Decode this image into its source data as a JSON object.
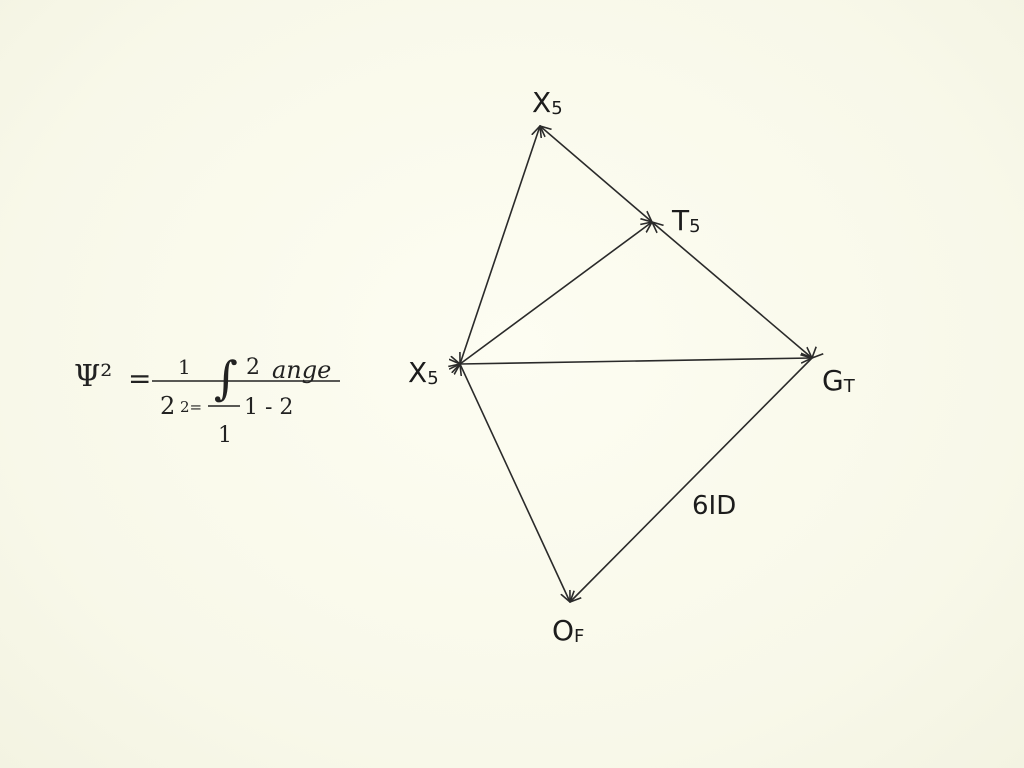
{
  "diagram": {
    "nodes": [
      {
        "id": "x5_top",
        "main": "X",
        "sub": "5"
      },
      {
        "id": "t5",
        "main": "T",
        "sub": "5"
      },
      {
        "id": "x5_left",
        "main": "X",
        "sub": "5"
      },
      {
        "id": "gt",
        "main": "G",
        "sub": "T"
      },
      {
        "id": "of",
        "main": "O",
        "sub": "F"
      }
    ],
    "edges": [
      {
        "from": "x5_left",
        "to": "x5_top"
      },
      {
        "from": "t5",
        "to": "x5_top"
      },
      {
        "from": "x5_left",
        "to": "t5"
      },
      {
        "from": "t5",
        "to": "gt"
      },
      {
        "from": "x5_left",
        "to": "gt"
      },
      {
        "from": "x5_left",
        "to": "of"
      },
      {
        "from": "gt",
        "to": "of"
      }
    ],
    "edge_label": "6ID"
  },
  "formula": {
    "lhs": "Ψ²",
    "equals": "=",
    "num_1": "1",
    "integral": "∫",
    "upper": "2",
    "word": "ange",
    "den_left": "2",
    "den_small": "2=",
    "den_right": "1 - 2",
    "den_1": "1"
  }
}
